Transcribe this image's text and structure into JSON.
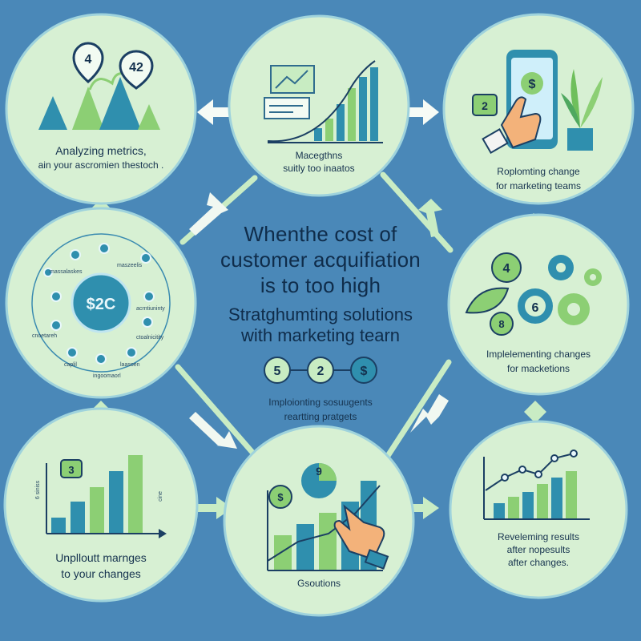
{
  "colors": {
    "background": "#4a88b8",
    "circle_fill": "#d7f0d3",
    "circle_border": "#8fc9d6",
    "connector": "#c9ecc4",
    "accent_green": "#8ccf74",
    "accent_teal": "#2f8fae",
    "navy": "#1b3f63"
  },
  "nodes": {
    "top_left": {
      "label_line1": "Analyzing metrics,",
      "label_line2": "ain your ascromien thestoch .",
      "badges": [
        "4",
        "42"
      ]
    },
    "top_center": {
      "label_line1": "Macegthns",
      "label_line2": "suitly too inaatos"
    },
    "top_right": {
      "label_line1": "Roplomting change",
      "label_line2": "for marketing teams",
      "badge": "2",
      "phone_symbol": "$"
    },
    "mid_left": {
      "center_value": "$2C",
      "satellite_labels": [
        "massalaskes",
        "maszeelis",
        "acrntiuninty",
        "cnoetareh",
        "ctoalnicitity",
        "caplil",
        "ingoomaorl",
        "laasoen"
      ]
    },
    "mid_right": {
      "label_line1": "Implelementing changes",
      "label_line2": "for macketions",
      "badges": [
        "4",
        "6",
        "8"
      ]
    },
    "bottom_left": {
      "label_line1": "Unplloutt marnges",
      "label_line2": "to your changes",
      "badge": "3",
      "side_left": "6 siniss",
      "side_right": "cine"
    },
    "bottom_center": {
      "label": "Gsoutions",
      "badge": "9",
      "coin": "$"
    },
    "bottom_right": {
      "label_line1": "Reveleming results",
      "label_line2": "after nopesults",
      "label_line3": "after changes."
    }
  },
  "center": {
    "title_line1": "Whenthe cost of",
    "title_line2": "customer  acquifiation",
    "title_line3": "is to too  high",
    "subtitle_line1": "Stratghumting solutions",
    "subtitle_line2": "with marketing tearn",
    "steps": [
      "5",
      "2",
      "$"
    ],
    "caption_line1": "Imploionting sosuugents",
    "caption_line2": "reartting pratgets"
  }
}
